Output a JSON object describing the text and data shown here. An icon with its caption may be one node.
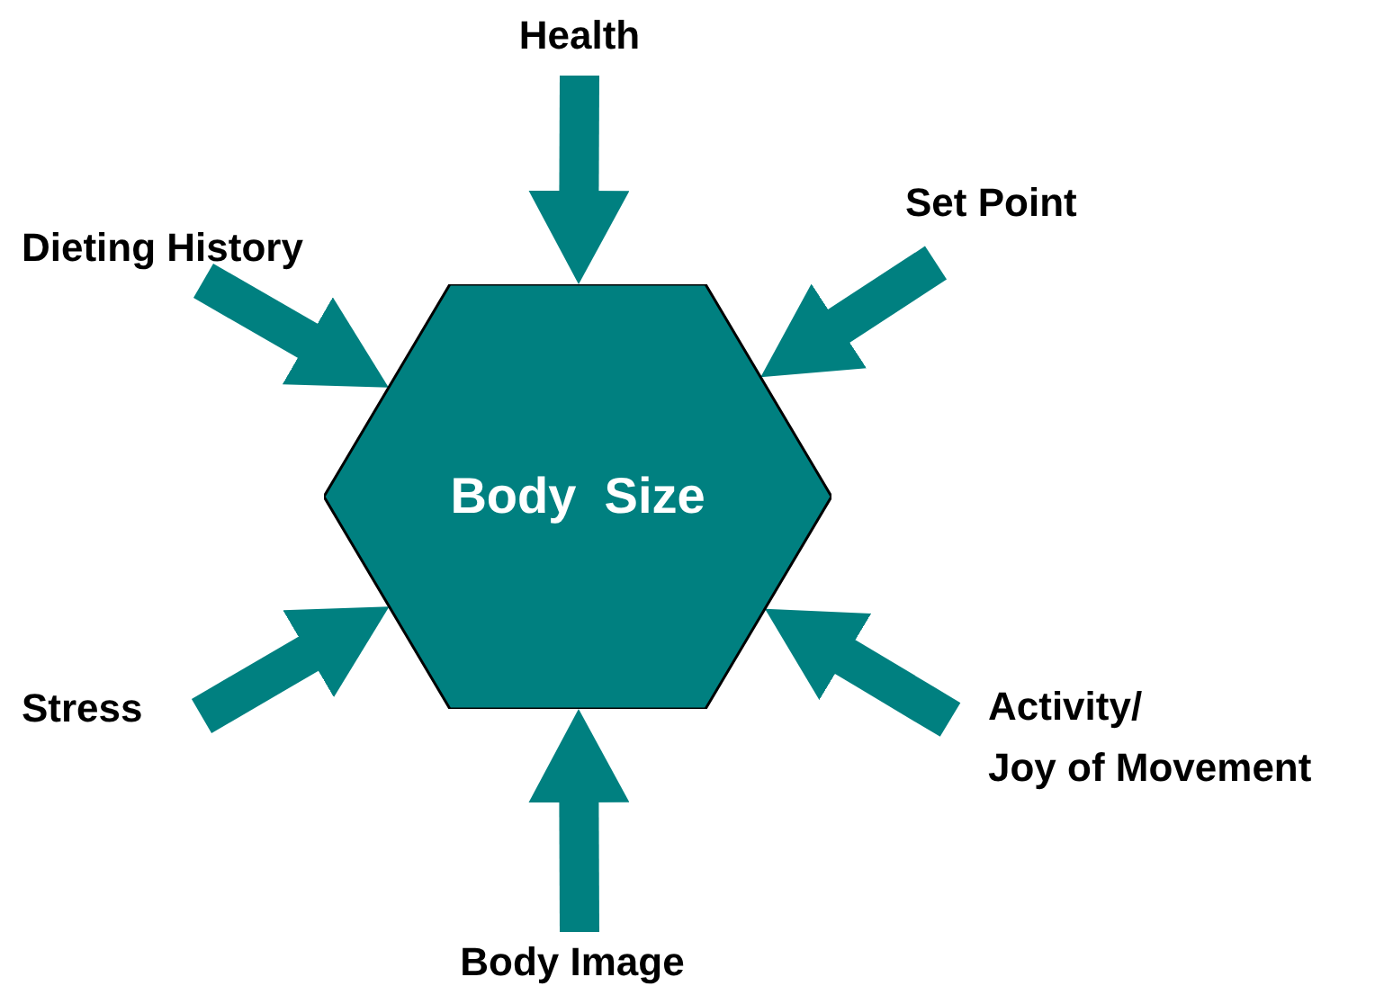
{
  "diagram": {
    "nodes": [
      {
        "text": [
          "Body  Size"
        ]
      },
      {
        "text": [
          "Health"
        ]
      },
      {
        "text": [
          "Set Point"
        ]
      },
      {
        "text": [
          "Dieting History"
        ]
      },
      {
        "text": [
          "Stress"
        ]
      },
      {
        "text": [
          "Activity/ Joy of Movement"
        ]
      },
      {
        "text": [
          "Body Image"
        ]
      }
    ],
    "edges": [
      {
        "from": 1,
        "to": 0,
        "arrow": "to",
        "color": "#008080"
      },
      {
        "from": 2,
        "to": 0,
        "arrow": "to",
        "color": "#008080"
      },
      {
        "from": 3,
        "to": 0,
        "arrow": "to",
        "color": "#008080"
      },
      {
        "from": 4,
        "to": 0,
        "arrow": "to",
        "color": "#008080"
      },
      {
        "from": 5,
        "to": 0,
        "arrow": "to",
        "color": "#008080"
      },
      {
        "from": 6,
        "to": 0,
        "arrow": "to",
        "color": "#008080"
      }
    ]
  }
}
